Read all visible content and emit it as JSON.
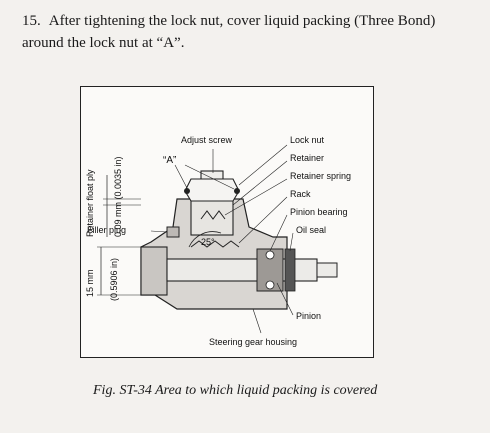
{
  "step": {
    "number": "15.",
    "text": "After tightening the lock nut, cover liquid packing (Three Bond) around the lock nut at “A”."
  },
  "figure": {
    "labels": {
      "adjust_screw": "Adjust screw",
      "a_marker": "“A”",
      "lock_nut": "Lock nut",
      "retainer": "Retainer",
      "retainer_spring": "Retainer spring",
      "rack": "Rack",
      "pinion_bearing": "Pinion bearing",
      "oil_seal": "Oil seal",
      "filler_plug": "Filler plug",
      "angle": "25°",
      "pinion": "Pinion",
      "housing": "Steering gear housing",
      "retainer_float_title": "Retainer float ply",
      "retainer_float_value": "0.09 mm (0.0035 in)",
      "dim_mm": "15 mm",
      "dim_in": "(0.5906 in)"
    },
    "caption": "Fig. ST-34  Area to which liquid packing is covered"
  }
}
